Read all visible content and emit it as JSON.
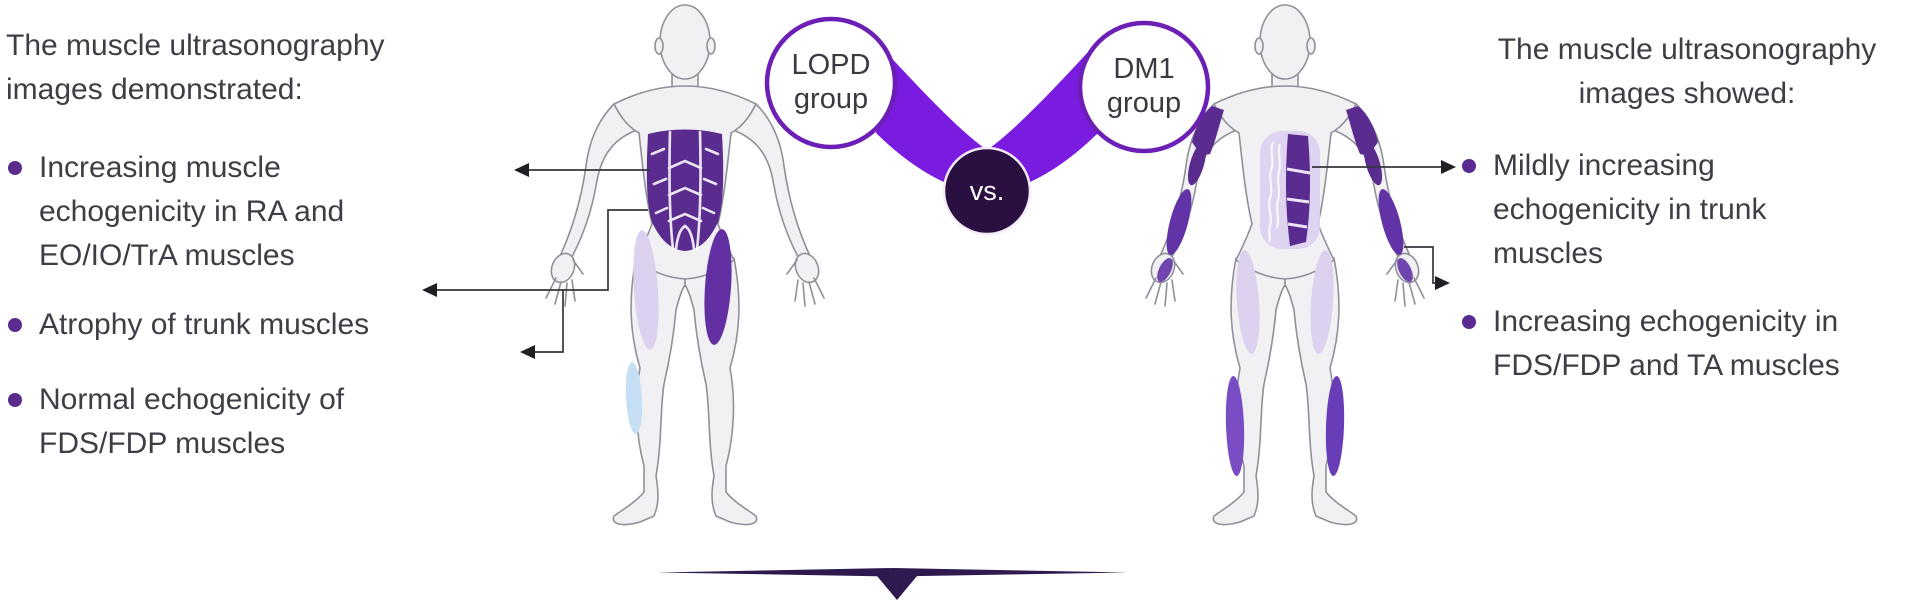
{
  "left_panel": {
    "title": "The muscle ultrasonography\nimages demonstrated:",
    "bullets": [
      "Increasing muscle\nechogenicity in RA and\nEO/IO/TrA muscles",
      "Atrophy of trunk muscles",
      "Normal echogenicity of\nFDS/FDP muscles"
    ]
  },
  "right_panel": {
    "title": "The muscle ultrasonography\nimages showed:",
    "bullets": [
      "Mildly increasing\nechogenicity in trunk\nmuscles",
      "Increasing echogenicity in\nFDS/FDP and TA muscles"
    ]
  },
  "comparison": {
    "left_group_label": "LOPD\ngroup",
    "vs_label": "vs.",
    "right_group_label": "DM1\ngroup"
  },
  "figures": {
    "left": {
      "name": "lopd-body-figure",
      "highlighted_regions": [
        "abdominal-muscles",
        "right-thigh-muscle",
        "left-thigh-muscle-mild",
        "left-shin-muscle-mild"
      ]
    },
    "right": {
      "name": "dm1-body-figure",
      "highlighted_regions": [
        "trunk-column-muscle",
        "upper-arm-muscles",
        "forearm-muscles",
        "thigh-muscles-mild",
        "calf-muscles"
      ]
    }
  },
  "colors": {
    "accent_purple": "#5A2C90",
    "ribbon_violet": "#7A1BE0",
    "circle_border": "#6B1FB5",
    "vs_circle": "#2A1040",
    "text": "#3E3E46",
    "lavender": "#DCD1EF",
    "light_blue": "#C6DFF4",
    "calf_purple": "#7A4DC5",
    "body_fill": "#F1F1F4",
    "body_outline": "#90909A",
    "connector": "#35353B",
    "divider": "#2E1A4F"
  }
}
